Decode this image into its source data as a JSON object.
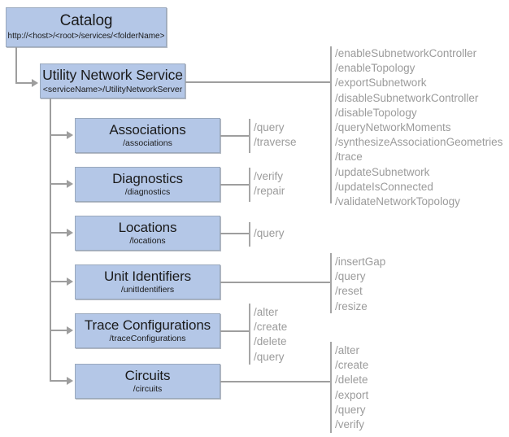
{
  "diagram": {
    "colors": {
      "node_fill": "#b4c7e7",
      "node_border": "#9aa9bd",
      "connector": "#9e9e9e",
      "operation_text": "#9b9b9b",
      "background": "#ffffff"
    },
    "root": {
      "title": "Catalog",
      "path": "http://<host>/<root>/services/<folderName>"
    },
    "service": {
      "title": "Utility Network Service",
      "path": "<serviceName>/UtilityNetworkServer",
      "operations": [
        "/enableSubnetworkController",
        "/enableTopology",
        "/exportSubnetwork",
        "/disableSubnetworkController",
        "/disableTopology",
        "/queryNetworkMoments",
        "/synthesizeAssociationGeometries",
        "/trace",
        "/updateSubnetwork",
        "/updateIsConnected",
        "/validateNetworkTopology"
      ]
    },
    "children": [
      {
        "title": "Associations",
        "path": "/associations",
        "operations": [
          "/query",
          "/traverse"
        ]
      },
      {
        "title": "Diagnostics",
        "path": "/diagnostics",
        "operations": [
          "/verify",
          "/repair"
        ]
      },
      {
        "title": "Locations",
        "path": "/locations",
        "operations": [
          "/query"
        ]
      },
      {
        "title": "Unit Identifiers",
        "path": "/unitIdentifiers",
        "operations": [
          "/insertGap",
          "/query",
          "/reset",
          "/resize"
        ]
      },
      {
        "title": "Trace Configurations",
        "path": "/traceConfigurations",
        "operations": [
          "/alter",
          "/create",
          "/delete",
          "/query"
        ]
      },
      {
        "title": "Circuits",
        "path": "/circuits",
        "operations": [
          "/alter",
          "/create",
          "/delete",
          "/export",
          "/query",
          "/verify"
        ]
      }
    ]
  }
}
